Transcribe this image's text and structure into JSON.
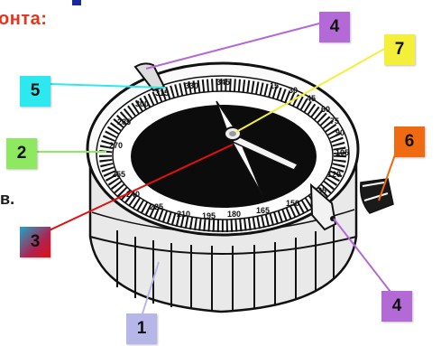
{
  "heading": "онта:",
  "side_text": "в.",
  "callouts": [
    {
      "id": "4a",
      "label": "4",
      "color": "#b46ad6"
    },
    {
      "id": "7",
      "label": "7",
      "color": "#f4ef3a"
    },
    {
      "id": "5",
      "label": "5",
      "color": "#2ee8f0"
    },
    {
      "id": "2",
      "label": "2",
      "color": "#8ee860"
    },
    {
      "id": "6",
      "label": "6",
      "color": "#f06a12"
    },
    {
      "id": "3",
      "label": "3",
      "color": "#c0203a"
    },
    {
      "id": "4b",
      "label": "4",
      "color": "#b46ad6"
    },
    {
      "id": "1",
      "label": "1",
      "color": "#b7b6e8"
    }
  ],
  "scale_labels": [
    "15",
    "30",
    "45",
    "60",
    "75",
    "90",
    "105",
    "120",
    "135",
    "150",
    "165",
    "180",
    "195",
    "210",
    "225",
    "240",
    "255",
    "270",
    "285",
    "300",
    "315",
    "330",
    "345"
  ]
}
